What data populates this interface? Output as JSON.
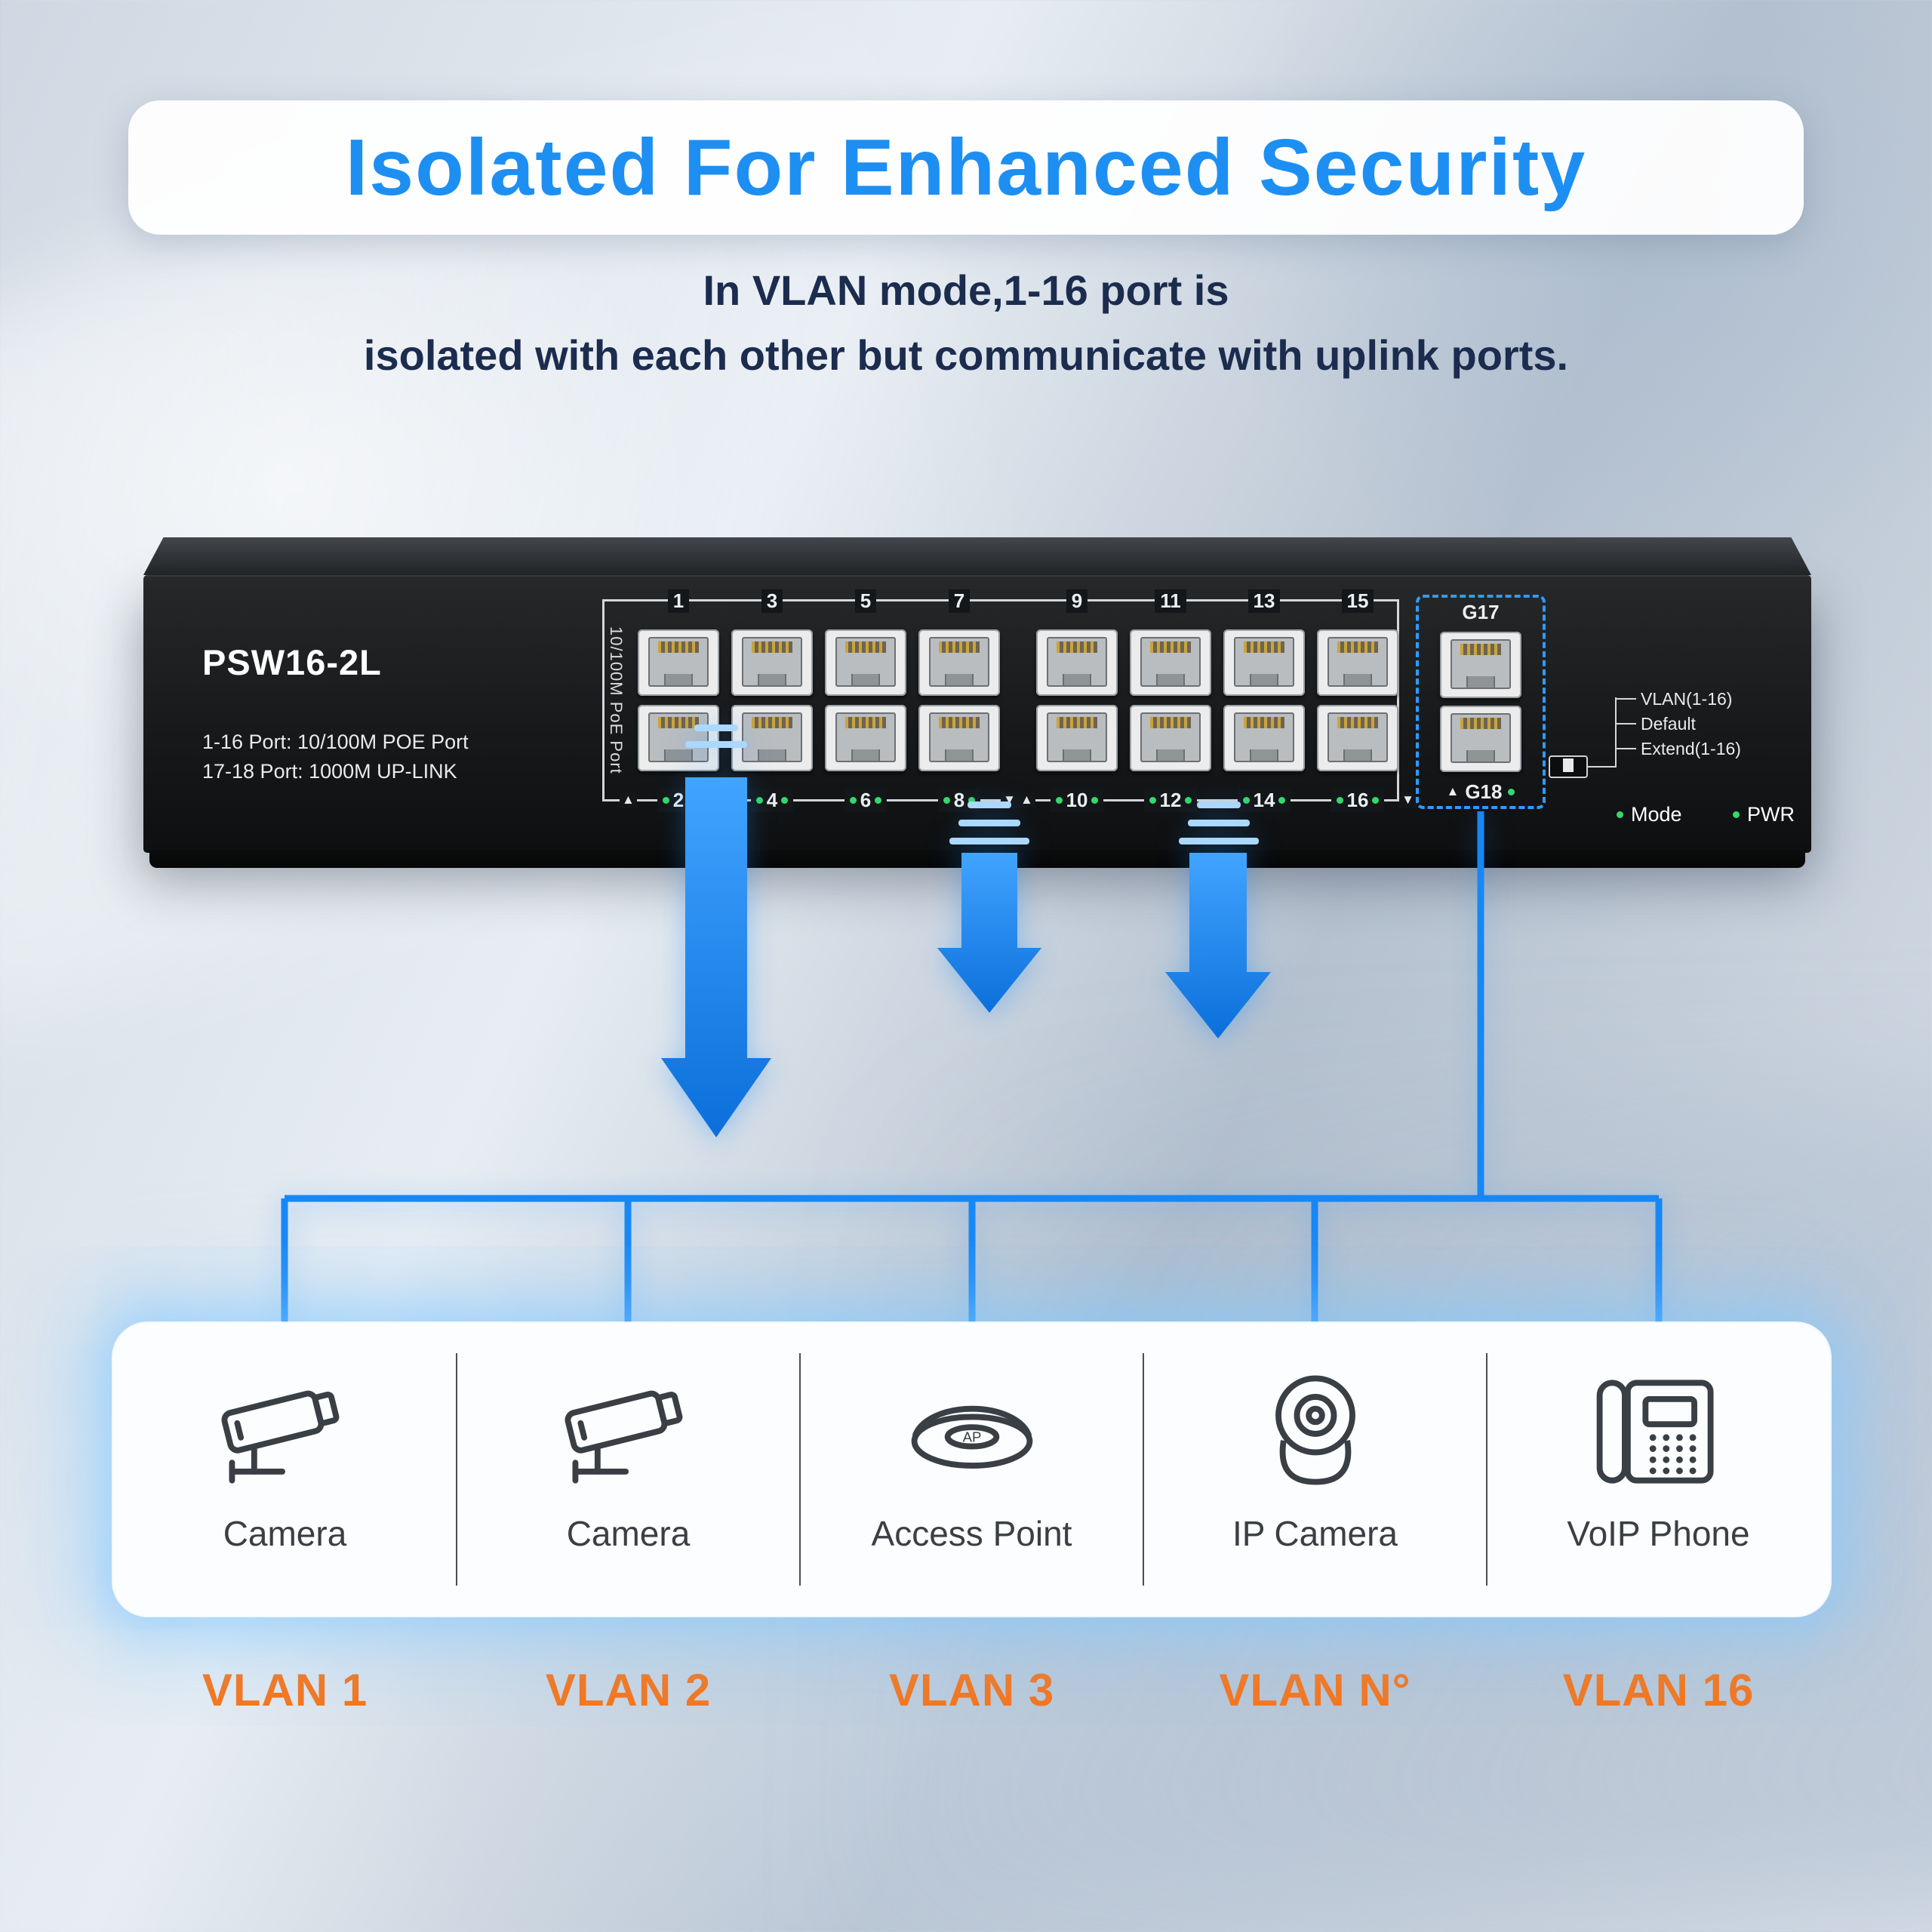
{
  "banner": {
    "title": "Isolated For Enhanced Security"
  },
  "subtitle": {
    "line1": "In VLAN mode,1-16 port is",
    "line2": "isolated with each other but communicate with uplink ports."
  },
  "switch": {
    "model": "PSW16-2L",
    "spec_line1": "1-16 Port: 10/100M POE Port",
    "spec_line2": "17-18 Port: 1000M UP-LINK",
    "poe_group_label": "10/100M PoE Port",
    "top_ports_group1": [
      "1",
      "3",
      "5",
      "7"
    ],
    "top_ports_group2": [
      "9",
      "11",
      "13",
      "15"
    ],
    "bottom_ports_group1": [
      "2",
      "4",
      "6",
      "8"
    ],
    "bottom_ports_group2": [
      "10",
      "12",
      "14",
      "16"
    ],
    "marker_up": "▲",
    "marker_down": "▼",
    "uplink_top_label": "G17",
    "uplink_bottom_label": "G18",
    "mode_options": [
      "VLAN(1-16)",
      "Default",
      "Extend(1-16)"
    ],
    "mode_label": "Mode",
    "power_label": "PWR"
  },
  "devices": [
    {
      "label": "Camera",
      "icon": "cctv-camera-icon",
      "vlan": "VLAN 1"
    },
    {
      "label": "Camera",
      "icon": "cctv-camera-icon",
      "vlan": "VLAN 2"
    },
    {
      "label": "Access Point",
      "icon": "access-point-icon",
      "badge": "AP",
      "vlan": "VLAN 3"
    },
    {
      "label": "IP Camera",
      "icon": "ip-camera-icon",
      "vlan": "VLAN N°"
    },
    {
      "label": "VoIP Phone",
      "icon": "voip-phone-icon",
      "vlan": "VLAN 16"
    }
  ],
  "colors": {
    "accent_blue": "#1E8FF2",
    "heading_navy": "#1B2C4F",
    "vlan_orange": "#F97315",
    "led_green": "#35D96B",
    "line_blue": "#1787F5"
  }
}
